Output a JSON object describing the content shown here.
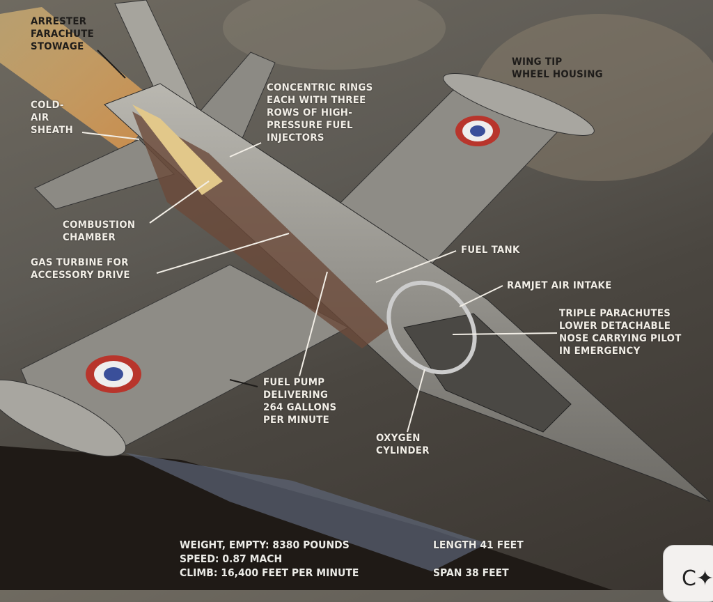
{
  "labels": {
    "arrester": "ARRESTER\nFARACHUTE\nSTOWAGE",
    "cold_air": "COLD-\nAIR\nSHEATH",
    "rings": "CONCENTRIC RINGS\nEACH WITH THREE\nROWS OF HIGH-\nPRESSURE FUEL\nINJECTORS",
    "wing_tip": "WING TIP\nWHEEL HOUSING",
    "combustion": "COMBUSTION\nCHAMBER",
    "gas_turbine": "GAS TURBINE FOR\nACCESSORY DRIVE",
    "fuel_tank": "FUEL TANK",
    "ramjet": "RAMJET AIR INTAKE",
    "parachutes": "TRIPLE PARACHUTES\nLOWER DETACHABLE\nNOSE CARRYING PILOT\nIN EMERGENCY",
    "fuel_pump": "FUEL PUMP\nDELIVERING\n264 GALLONS\nPER MINUTE",
    "oxygen": "OXYGEN\nCYLINDER"
  },
  "stats": {
    "weight": "WEIGHT, EMPTY: 8380 POUNDS",
    "speed": "SPEED: 0.87 MACH",
    "climb": "CLIMB: 16,400 FEET PER MINUTE",
    "length": "LENGTH 41 FEET",
    "span": "SPAN 38 FEET"
  },
  "colors": {
    "roundel_red": "#b8352c",
    "roundel_blue": "#3a4f9a",
    "flame": "#e8c27a"
  },
  "corner_button": {
    "icon": "lens-search-icon",
    "glyph": "C✦"
  }
}
